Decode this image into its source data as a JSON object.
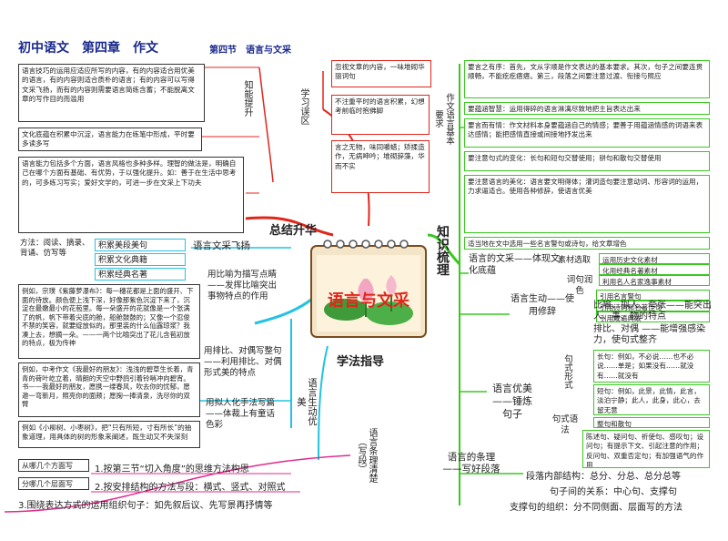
{
  "header": {
    "title": "初中语文　第四章　作文",
    "section": "第四节　语言与文采"
  },
  "center": {
    "title": "语言与文采"
  },
  "branches": {
    "summary": {
      "title": "总结升华",
      "ability": {
        "title": "知能提升",
        "items": [
          "语言技巧的运用应适应所写的内容，有的内容适合用优美的语言，有的内容则适合质朴的语言；有的内容可以写得文采飞扬，而有的内容则需要语言简练含蓄；不能脱离文章的写作目的而滥用",
          "文化底蕴在积累中沉淀，语言能力在练笔中形成，平时要多读多写",
          "语言能力包括多个方面，语言风格也多种多样。理智的做法是，明确自己在哪个方面有基础、有优势，于以强化提升。如：善于在生活中思考的，可多练习写实；爱好文学的，可进一步在文采上下功夫"
        ]
      },
      "mistakes": {
        "title": "学习误区",
        "items": [
          "忽视文章的内容，一味堆砌华丽词句",
          "不注重平时的语言积累，幻想考前临时抱佛脚",
          "言之无物，味同嚼蜡；矫揉造作，无病呻吟；堆砌辞藻，华而不实"
        ]
      }
    },
    "knowledge": {
      "title": "知识梳理",
      "requirements": {
        "title": "作文语言基本要求",
        "items": [
          "要言之有序：首先，文从字顺是作文表达的基本要求。其次，句子之间要连贯顺畅，不能疙疙瘩瘩。第三，段落之间要注意过渡、衔接与照应",
          "要蕴涵智慧：运用得碎的语言淋漓尽致地把主旨表达出来",
          "要言而有情：作文材料本身要蕴涵自己的情感；要善于用蕴涵情感的词语来表达感情；能把感情直接或间接地抒发出来",
          "要注意句式的变化：长句和短句交替使用；骈句和散句交替使用",
          "要注意语言的美化：语言要文明得体；灌词造句要注意动词、形容词的运用，力求逼适合。使用各种修辞，使语言优美",
          "适当地在文中选用一些名言警句或诗句，给文章增色"
        ]
      },
      "culture": {
        "title": "语言的文采——体现文化底蕴",
        "material": {
          "title": "素材选取",
          "items": [
            "运用历史文化素材",
            "化用经典名著素材",
            "利用名人名家逸事素材"
          ]
        },
        "wording": {
          "title": "词句润色",
          "items": [
            "引用名言警句",
            "引用诗词和名著佳句",
            "引用成语典故"
          ]
        }
      },
      "rhetoric": {
        "title": "语言生动——使用修辞",
        "items": [
          "比喻、拟人、夸张——能突出人、事、物的特点",
          "排比、对偶 ——能增强感染力，使句式整齐"
        ]
      },
      "sentences": {
        "title": "语言优美——锤炼句子",
        "forms": {
          "title": "句式形式",
          "items": [
            "长句：例如，不必说……也不必说……单是；如果没有……就没有……就没有"
          ]
        },
        "syntax": {
          "title": "句式语法",
          "items": [
            "短句：例如，此景，此情，此言，淡泊宁静；此人，此身，此心，去留无意",
            "整句和散句",
            "陈述句、疑问句、祈使句、感叹句；设问句；有提示下文、引起注意的作用；反问句、双重否定句；有加强语气的作用"
          ]
        }
      },
      "structure": {
        "title": "语言的条理——写好段落",
        "items": [
          "段落内部结构：总分、分总、总分总等",
          "句子间的关系：中心句、支撑句",
          "支撑句的组织：分不同侧面、层面写的方法"
        ]
      }
    },
    "methods": {
      "title": "学法指导",
      "accumulate": {
        "title": "语言文采飞扬",
        "method": "方法：阅读、摘录、背诵、仿写等",
        "items": [
          "积累美段美句",
          "积累文化典籍",
          "积累经典名著"
        ]
      },
      "vivid": {
        "title": "语言生动优美",
        "items": [
          {
            "label": "用比喻为描写点睛——发挥比喻突出事物特点的作用",
            "example": "例如，宗璞《紫藤萝瀑布》：每一穗花都是上面的盛开、下面的待放。颜色便上浅下深，好像那紫色沉淀下来了，沉淀在最嫩最小的花苞里。每一朵盛开的花就像是一个张满了的帆，帆下带着尖底的舱，船舱鼓鼓的；又像一个忍俊不禁的笑容，就要绽放似的。那里装的什么仙露琼浆？我凑上去，想摘一朵。——一两个比喻突出了花儿含苞初放的特点，极为传神"
          },
          {
            "label": "用排比、对偶写整句——利用排比、对偶形式美的特点",
            "example": "例如，中考作文《我最好的朋友》：浅浅的碧草生长着，青青的荷叶屹立着，晴朗的天空中野鸽引着铃哨冲向碧宵。书——我最好的朋友，愿携一缕春风，吹去你的忧郁，愿邀一弯新月，照亮你的面颊；愿掬一捧清泉，洗尽你的双臂"
          },
          {
            "label": "用拟人化手法写篇——体裁上有童话色彩",
            "example": "例如《小柳树、小枣树》，把“只有所短，寸有所长”的抽象道理，用具体的树的形象来阐述，既生动又不失深刻"
          }
        ]
      },
      "clarity": {
        "title": "语言条理清楚（写段）",
        "items": [
          {
            "hint": "从哪几个方面写",
            "text": "1.按第三节“切入角度”的思维方法构思"
          },
          {
            "hint": "分哪几个层面写",
            "text": "2.按安排结构的方法写段：横式、竖式、对照式"
          },
          {
            "hint": "",
            "text": "3.围绕表达方式的运用组织句子：如先叙后议、先写景再抒情等"
          }
        ]
      }
    }
  },
  "colors": {
    "title": "#1a2a8c",
    "red": "#e0261b",
    "green": "#39c81f",
    "cyan": "#22c3e2",
    "magenta": "#e02c8c",
    "box_fill": "#ffffff"
  }
}
